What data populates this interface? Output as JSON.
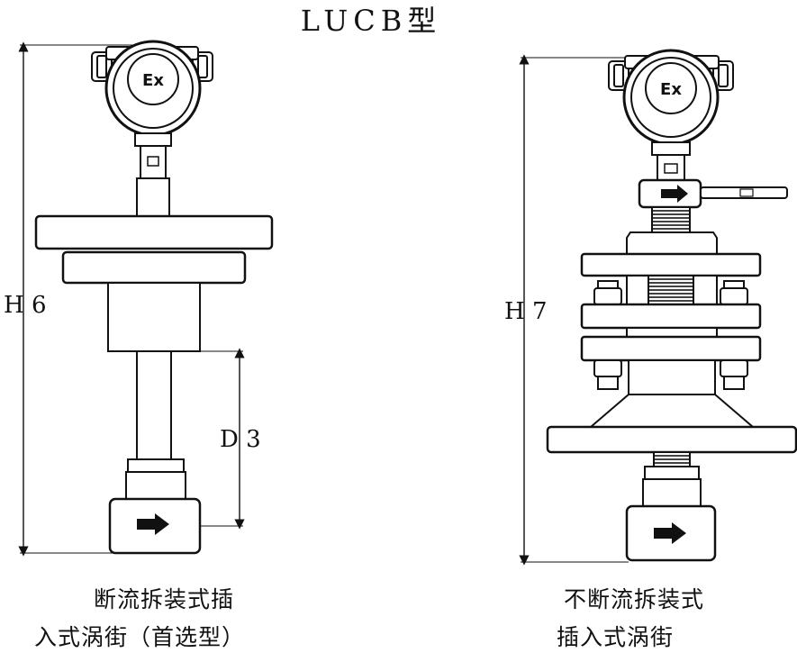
{
  "title": "LUCB型",
  "left_figure": {
    "dim_h": "H 6",
    "dim_d": "D 3",
    "badge": "Ex",
    "caption_line1": "断流拆装式插",
    "caption_line2": "入式涡街（首选型）"
  },
  "right_figure": {
    "dim_h": "H 7",
    "badge": "Ex",
    "caption_line1": "不断流拆装式",
    "caption_line2": "插入式涡街"
  }
}
